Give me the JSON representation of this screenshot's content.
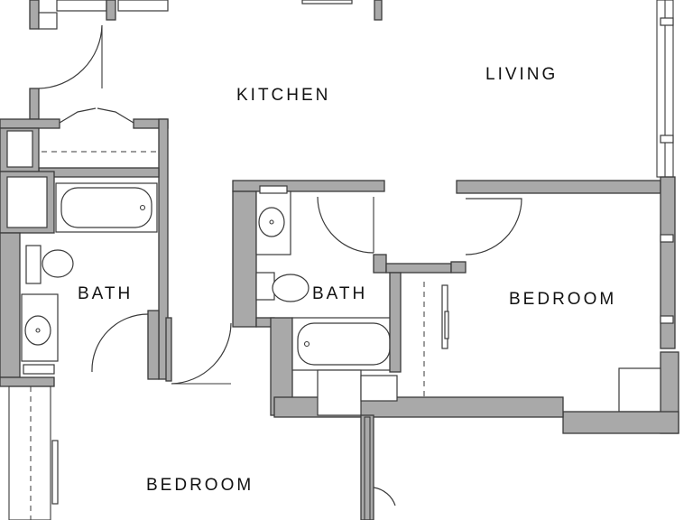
{
  "rooms": {
    "kitchen": "KITCHEN",
    "living": "LIVING",
    "bath_left": "BATH",
    "bath_center": "BATH",
    "bedroom_right": "BEDROOM",
    "bedroom_bottom": "BEDROOM"
  },
  "colors": {
    "wall_fill": "#a9a9a9",
    "line": "#3a3a3a",
    "background": "#ffffff"
  }
}
